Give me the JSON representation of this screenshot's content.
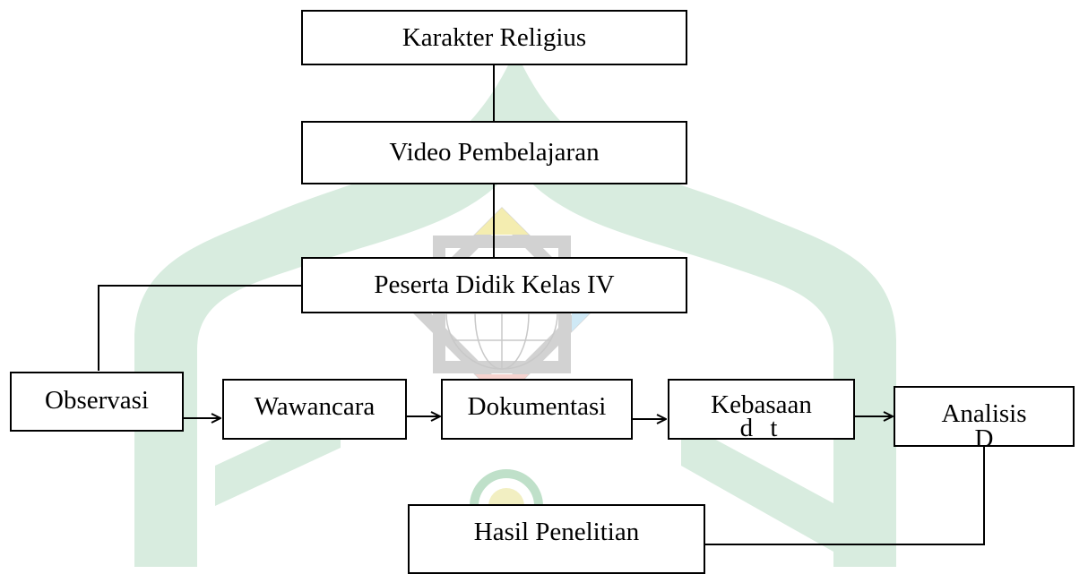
{
  "diagram": {
    "nodes": {
      "karakter": "Karakter   Religius",
      "video": "Video Pembelajaran",
      "peserta": "Peserta Didik Kelas IV",
      "observasi": "Observasi",
      "wawancara": "Wawancara",
      "dokumentasi": "Dokumentasi",
      "kebasaan": "Kebasaan",
      "kebasaan_cut": "d t",
      "analisis": "Analisis",
      "analisis_cut": "D",
      "hasil": "Hasil Penelitian"
    }
  },
  "colors": {
    "watermark_green": "#cfe6d6",
    "watermark_gray": "#d4d4d4",
    "box_border": "#000000",
    "text": "#000000"
  }
}
